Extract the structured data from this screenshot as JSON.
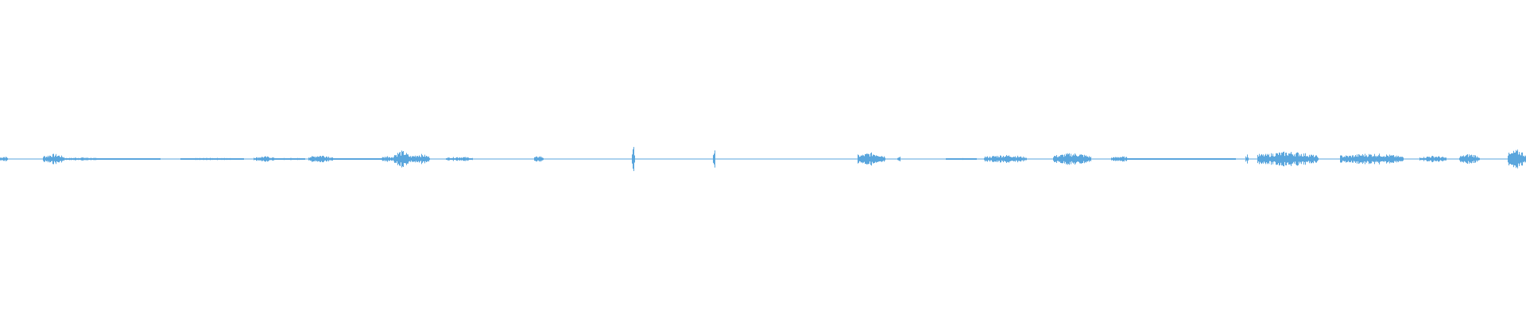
{
  "waveform": {
    "color": "#5aa6dd",
    "background": "#ffffff",
    "bursts": [
      {
        "start": 0.0,
        "end": 0.005,
        "amp": 0.3
      },
      {
        "start": 0.028,
        "end": 0.042,
        "amp": 0.55
      },
      {
        "start": 0.042,
        "end": 0.065,
        "amp": 0.18
      },
      {
        "start": 0.065,
        "end": 0.105,
        "amp": 0.08
      },
      {
        "start": 0.118,
        "end": 0.16,
        "amp": 0.12
      },
      {
        "start": 0.166,
        "end": 0.18,
        "amp": 0.3
      },
      {
        "start": 0.18,
        "end": 0.2,
        "amp": 0.12
      },
      {
        "start": 0.202,
        "end": 0.218,
        "amp": 0.45
      },
      {
        "start": 0.218,
        "end": 0.25,
        "amp": 0.08
      },
      {
        "start": 0.25,
        "end": 0.258,
        "amp": 0.35
      },
      {
        "start": 0.258,
        "end": 0.268,
        "amp": 0.9
      },
      {
        "start": 0.268,
        "end": 0.282,
        "amp": 0.55
      },
      {
        "start": 0.292,
        "end": 0.31,
        "amp": 0.25
      },
      {
        "start": 0.35,
        "end": 0.356,
        "amp": 0.35
      },
      {
        "start": 0.414,
        "end": 0.416,
        "amp": 1.3
      },
      {
        "start": 0.467,
        "end": 0.469,
        "amp": 1.1
      },
      {
        "start": 0.562,
        "end": 0.58,
        "amp": 0.7
      },
      {
        "start": 0.588,
        "end": 0.59,
        "amp": 0.4
      },
      {
        "start": 0.62,
        "end": 0.64,
        "amp": 0.1
      },
      {
        "start": 0.645,
        "end": 0.673,
        "amp": 0.45
      },
      {
        "start": 0.69,
        "end": 0.715,
        "amp": 0.65
      },
      {
        "start": 0.728,
        "end": 0.74,
        "amp": 0.3
      },
      {
        "start": 0.74,
        "end": 0.81,
        "amp": 0.06
      },
      {
        "start": 0.816,
        "end": 0.818,
        "amp": 0.5
      },
      {
        "start": 0.824,
        "end": 0.864,
        "amp": 0.8
      },
      {
        "start": 0.878,
        "end": 0.92,
        "amp": 0.6
      },
      {
        "start": 0.93,
        "end": 0.948,
        "amp": 0.35
      },
      {
        "start": 0.956,
        "end": 0.97,
        "amp": 0.55
      },
      {
        "start": 0.988,
        "end": 1.0,
        "amp": 1.0
      }
    ]
  }
}
